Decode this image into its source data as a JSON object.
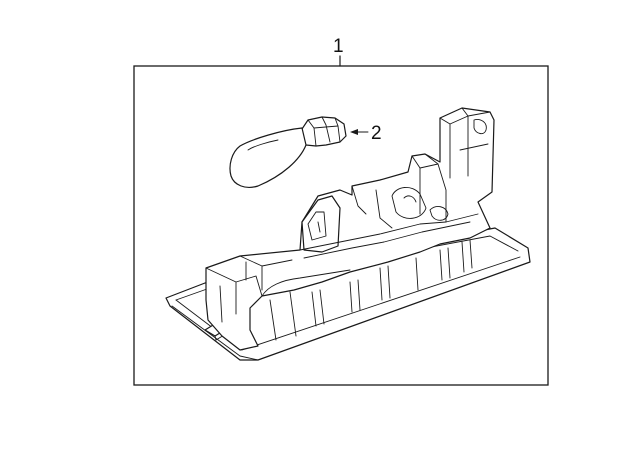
{
  "callouts": {
    "assembly": "1",
    "bulb": "2"
  },
  "parts": [
    {
      "callout": "1",
      "icon": "license-lamp-housing-icon"
    },
    {
      "callout": "2",
      "icon": "wedge-bulb-icon"
    }
  ]
}
